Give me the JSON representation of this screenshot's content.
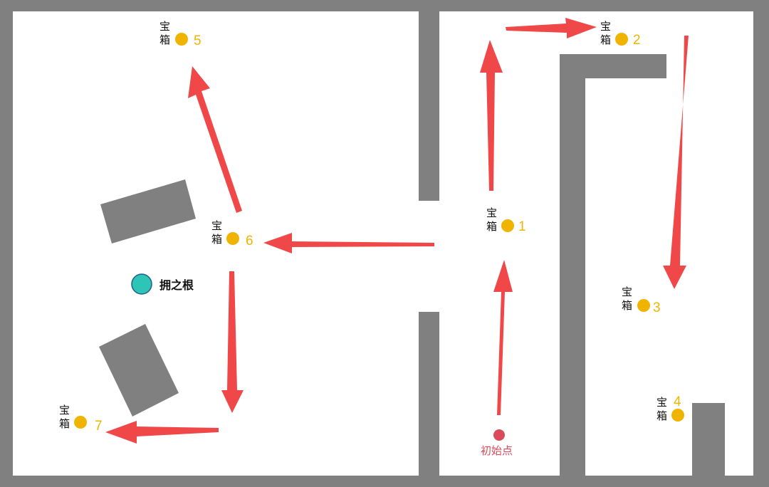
{
  "colors": {
    "wall": "#808080",
    "floor": "#ffffff",
    "arrow": "#f04848",
    "chest": "#f0b400",
    "root_fill": "#2ec4b6",
    "root_stroke": "#1f5f8b",
    "start": "#d94a5a"
  },
  "chests": [
    {
      "label_line1": "宝",
      "label_line2": "箱",
      "number": "1"
    },
    {
      "label_line1": "宝",
      "label_line2": "箱",
      "number": "2"
    },
    {
      "label_line1": "宝",
      "label_line2": "箱",
      "number": "3"
    },
    {
      "label_line1": "宝",
      "label_line2": "箱",
      "number": "4"
    },
    {
      "label_line1": "宝",
      "label_line2": "箱",
      "number": "5"
    },
    {
      "label_line1": "宝",
      "label_line2": "箱",
      "number": "6"
    },
    {
      "label_line1": "宝",
      "label_line2": "箱",
      "number": "7"
    }
  ],
  "root": {
    "label": "拥之根"
  },
  "start": {
    "label": "初始点"
  }
}
